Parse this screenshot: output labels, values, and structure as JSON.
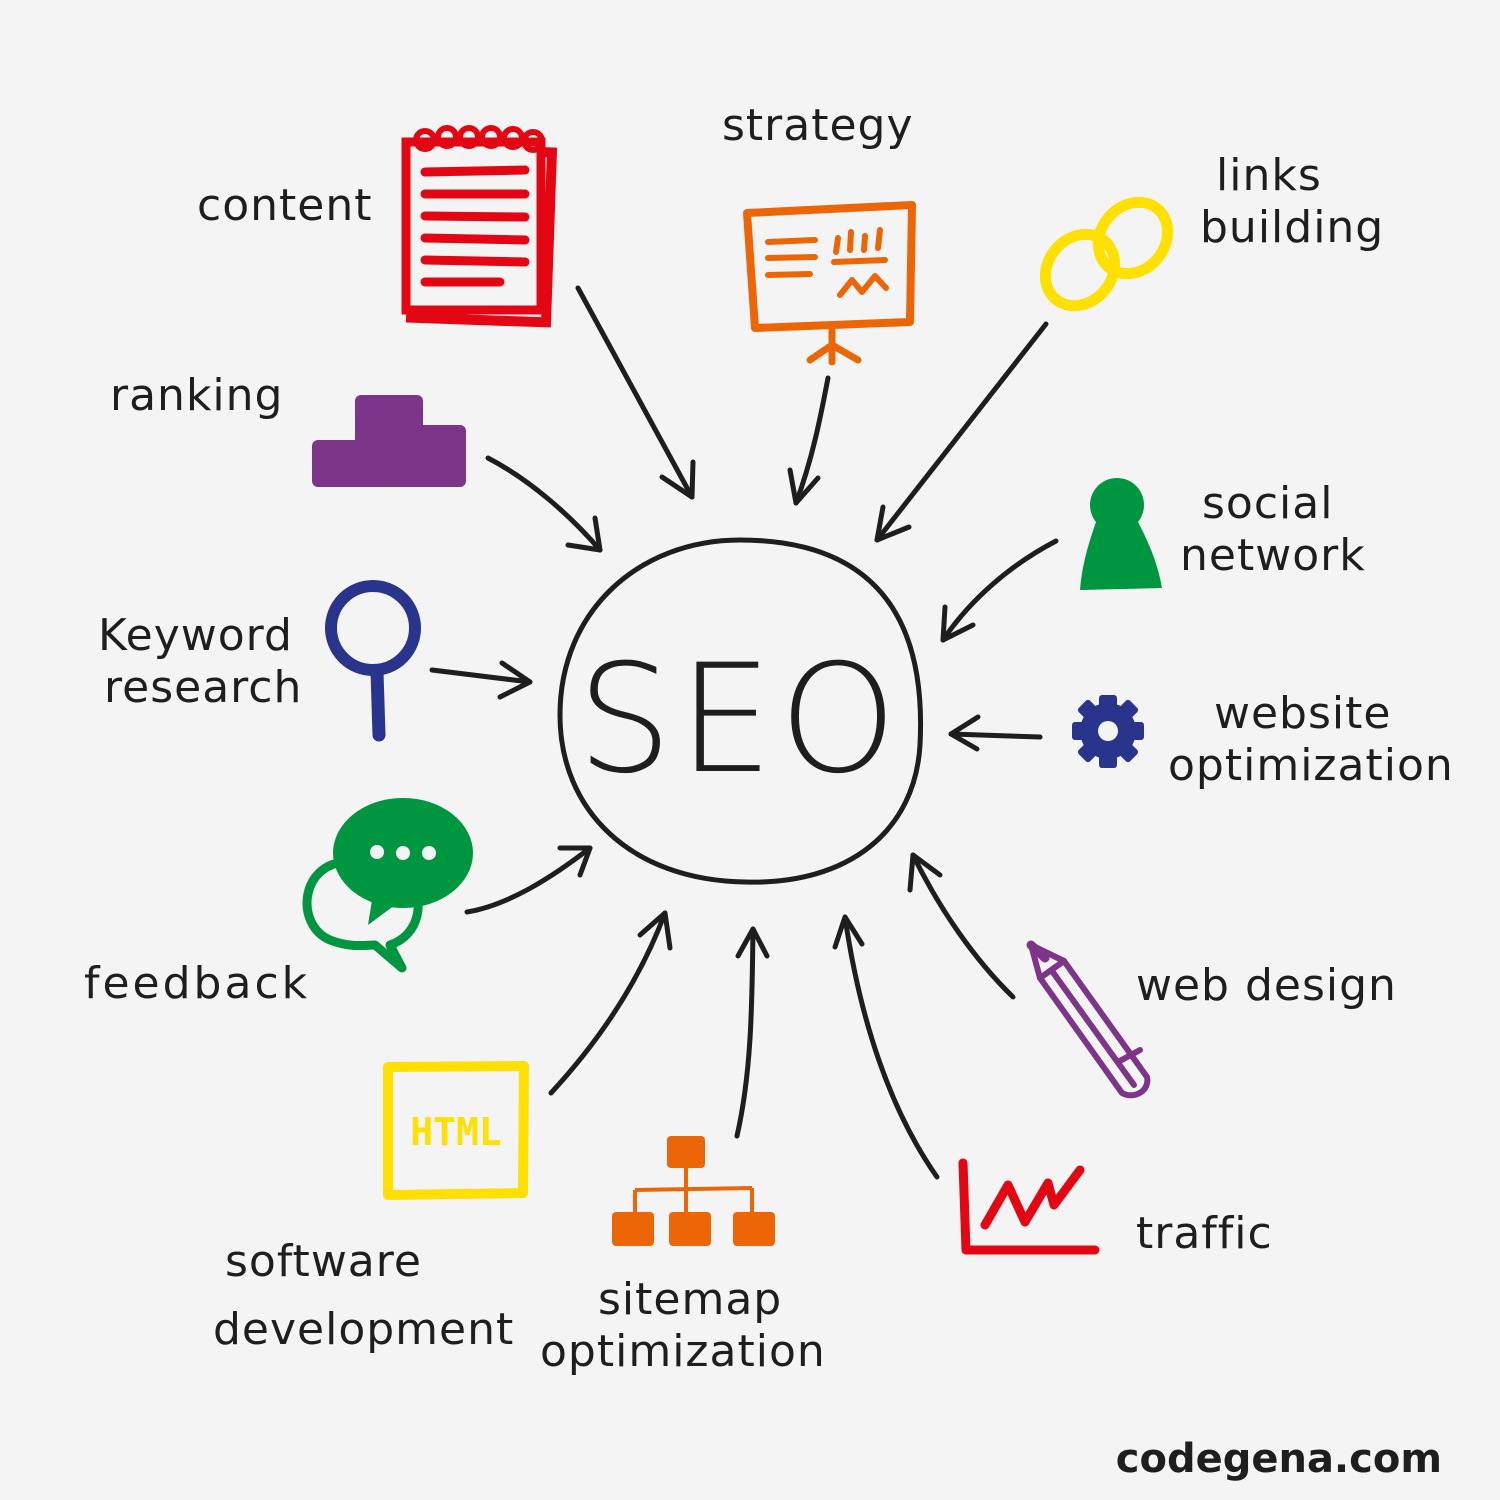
{
  "center": {
    "label": "SEO"
  },
  "nodes": {
    "content": {
      "label": "content",
      "color": "#e30613"
    },
    "strategy": {
      "label": "strategy",
      "color": "#ec6608"
    },
    "links_building": {
      "line1": "links",
      "line2": "building",
      "color": "#ffe000"
    },
    "ranking": {
      "label": "ranking",
      "color": "#7d358a"
    },
    "social_network": {
      "line1": "social",
      "line2": "network",
      "color": "#009640"
    },
    "keyword_research": {
      "line1": "Keyword",
      "line2": "research",
      "color": "#29348c"
    },
    "website_optimization": {
      "line1": "website",
      "line2": "optimization",
      "color": "#29348c"
    },
    "feedback": {
      "label": "feedback",
      "color": "#009640"
    },
    "web_design": {
      "label": "web design",
      "color": "#7d358a"
    },
    "software_development": {
      "line1": "software",
      "line2": "development",
      "color": "#ffe000",
      "icon_text": "HTML"
    },
    "sitemap_optimization": {
      "line1": "sitemap",
      "line2": "optimization",
      "color": "#ec6608"
    },
    "traffic": {
      "label": "traffic",
      "color": "#e30613"
    }
  },
  "footer": {
    "brand": "codegena.com"
  }
}
